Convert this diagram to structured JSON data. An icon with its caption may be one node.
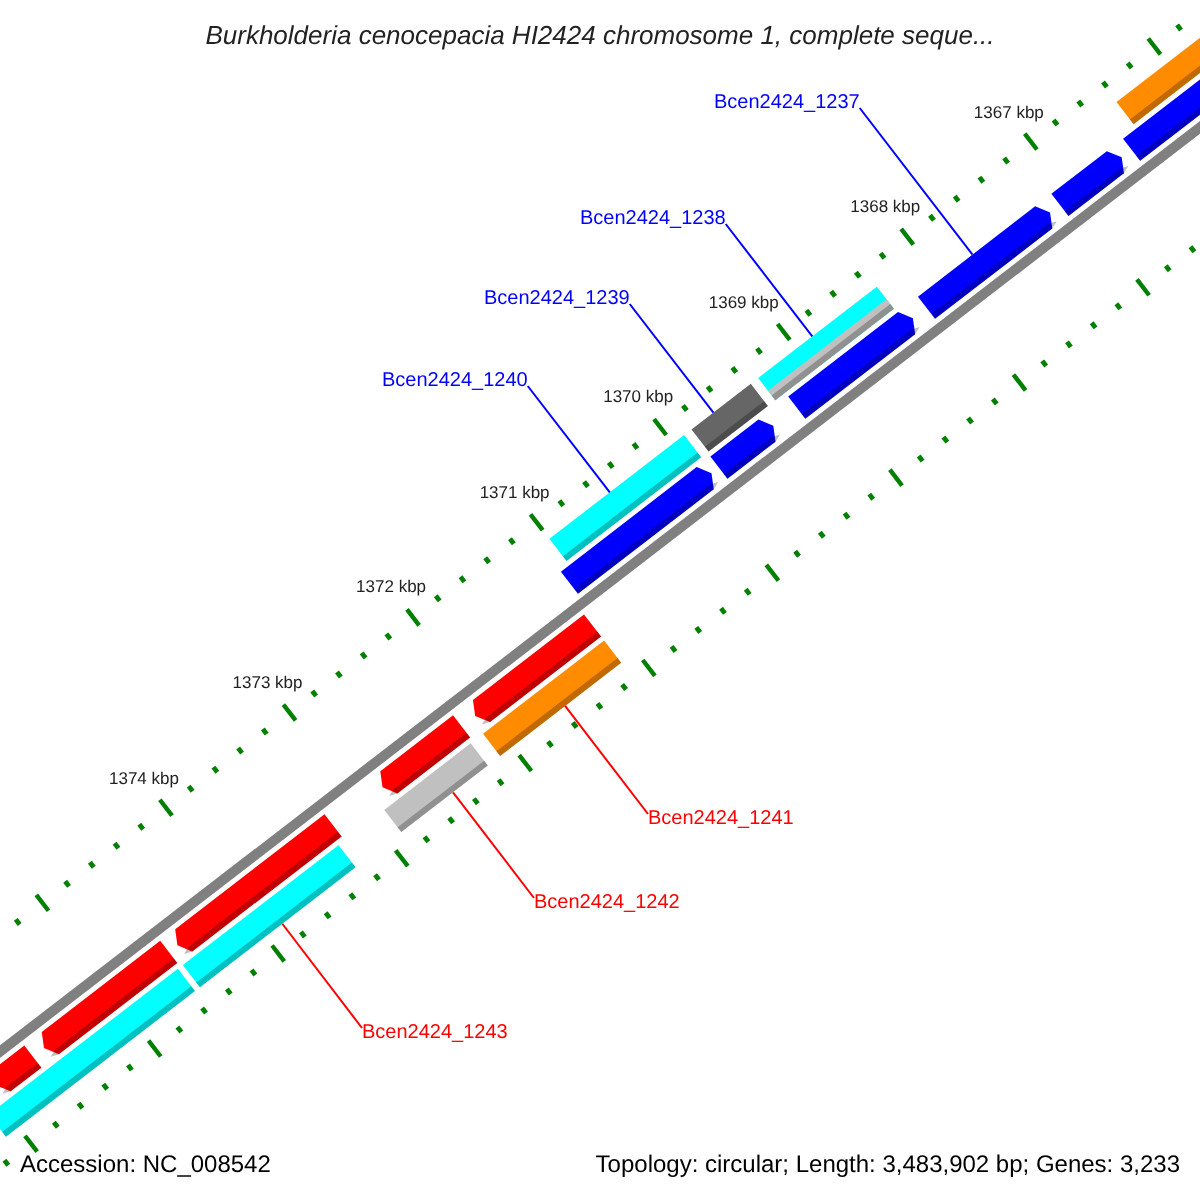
{
  "diagram": {
    "title": "Burkholderia cenocepacia HI2424 chromosome 1, complete seque...",
    "nodes": [
      {
        "text": [
          "Bcen2424_1237"
        ]
      },
      {
        "text": [
          "Bcen2424_1238"
        ]
      },
      {
        "text": [
          "Bcen2424_1239"
        ]
      },
      {
        "text": [
          "Bcen2424_1240"
        ]
      },
      {
        "text": [
          "Bcen2424_1241"
        ]
      },
      {
        "text": [
          "Bcen2424_1242"
        ]
      },
      {
        "text": [
          "Bcen2424_1243"
        ]
      },
      {
        "text": [],
        "shape": "arrow"
      },
      {
        "text": [],
        "shape": "bar"
      },
      {
        "text": [],
        "shape": "bar"
      },
      {
        "text": [],
        "shape": "bar"
      },
      {
        "text": [],
        "shape": "bar"
      },
      {
        "text": [],
        "shape": "bar"
      },
      {
        "text": [],
        "shape": "bar"
      },
      {
        "text": [],
        "shape": "bar"
      },
      {
        "text": [],
        "shape": "arrow"
      },
      {
        "text": [],
        "shape": "arrow"
      },
      {
        "text": [],
        "shape": "arrow"
      },
      {
        "text": [],
        "shape": "arrow"
      },
      {
        "text": [],
        "shape": "arrow"
      },
      {
        "text": [],
        "shape": "arrow"
      },
      {
        "text": [],
        "shape": "arrow"
      },
      {
        "text": [],
        "shape": "arrow"
      },
      {
        "text": [],
        "shape": "arrow"
      },
      {
        "text": [],
        "shape": "arrow"
      },
      {
        "text": [],
        "shape": "bar"
      }
    ],
    "edges": [
      {
        "from": 0,
        "to": 7,
        "arrow": "none"
      },
      {
        "from": 1,
        "to": 8,
        "arrow": "none"
      },
      {
        "from": 2,
        "to": 9,
        "arrow": "none"
      },
      {
        "from": 3,
        "to": 10,
        "arrow": "none"
      },
      {
        "from": 4,
        "to": 11,
        "arrow": "none",
        "color": "#ff0000"
      },
      {
        "from": 5,
        "to": 12,
        "arrow": "none",
        "color": "#ff0000"
      },
      {
        "from": 6,
        "to": 13,
        "arrow": "none",
        "color": "#ff0000"
      }
    ],
    "labels": [
      "1367 kbp",
      "1368 kbp",
      "1369 kbp",
      "1370 kbp",
      "1371 kbp",
      "1372 kbp",
      "1373 kbp",
      "1374 kbp",
      "Accession: NC_008542",
      "Topology: circular; Length: 3,483,902 bp; Genes: 3,233"
    ]
  }
}
